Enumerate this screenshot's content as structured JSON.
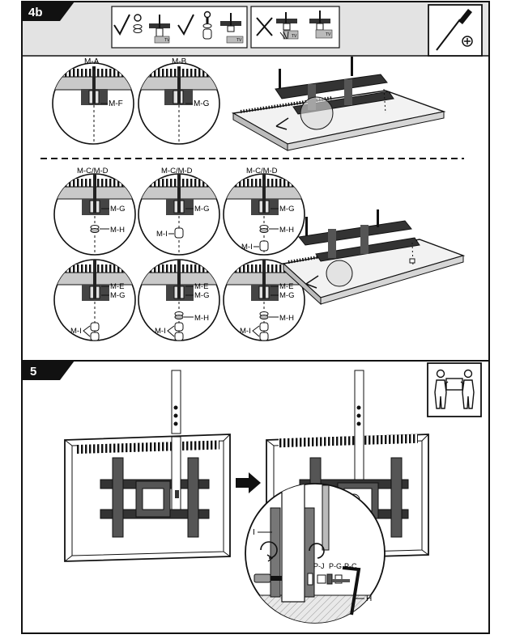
{
  "step4b": {
    "number": "4b",
    "upper_callouts": [
      {
        "top": "M-A",
        "side": "M-F"
      },
      {
        "top": "M-B",
        "side": "M-G"
      }
    ],
    "lower_row1": [
      {
        "top": "M-C/M-D",
        "side": "M-G",
        "lower": "M-H"
      },
      {
        "top": "M-C/M-D",
        "side": "M-G",
        "left": "M-I"
      },
      {
        "top": "M-C/M-D",
        "side": "M-G",
        "lower": "M-H",
        "left": "M-I"
      }
    ],
    "lower_row2": [
      {
        "side1": "M-E",
        "side2": "M-G",
        "left": "M-I"
      },
      {
        "side1": "M-E",
        "side2": "M-G",
        "lower": "M-H",
        "left": "M-I"
      },
      {
        "side1": "M-E",
        "side2": "M-G",
        "lower": "M-H",
        "left": "M-I"
      }
    ],
    "tv_tag": "TV"
  },
  "step5": {
    "number": "5",
    "detail_labels": {
      "i": "I",
      "pj": "P-J",
      "pg": "P-G",
      "pc": "P-C",
      "h": "H"
    }
  },
  "icons": [
    "check-icon",
    "bolt-icon",
    "washer-spacer-icon",
    "cross-icon",
    "screwdriver-icon",
    "two-persons-icon",
    "arrow-right-icon"
  ]
}
